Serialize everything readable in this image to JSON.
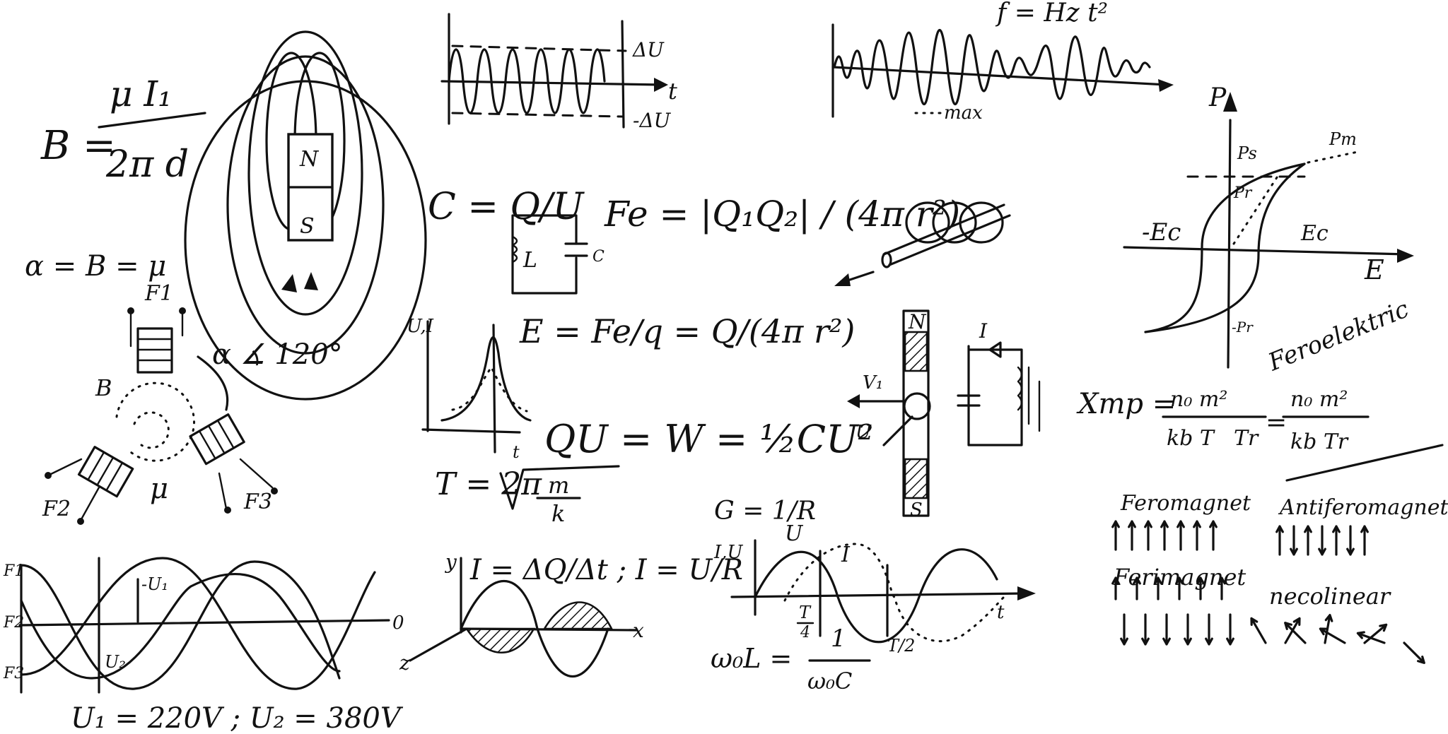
{
  "formulas": {
    "b_num": "μ I₁",
    "b_lhs": "B =",
    "b_den": "2π d",
    "alpha_eq": "α = B = μ",
    "magnet_n": "N",
    "magnet_s": "S",
    "f1": "F1",
    "f2": "F2",
    "f3": "F3",
    "b_label": "B",
    "mu_label": "μ",
    "alpha_angle": "α ∡ 120°",
    "osc_up": "ΔU",
    "osc_down": "-ΔU",
    "osc_t": "t",
    "f_hz": "f = Hz t²",
    "max_label": "max",
    "c_q_u": "C = Q/U",
    "l_label": "L",
    "c_label": "C",
    "coulomb": "Fe = |Q₁Q₂| / (4π r²)",
    "e_field": "E = Fe/q = Q/(4π r²)",
    "ui_axis": "U,I",
    "t_axis": "t",
    "qu_w": "QU = W = ½CU²",
    "period_t": "T = 2π",
    "period_m": "m",
    "period_k": "k",
    "hyst_p": "P",
    "hyst_ps": "Ps",
    "hyst_pm": "Pm",
    "hyst_pr": "Pr",
    "hyst_negpr": "-Pr",
    "hyst_negec": "-Ec",
    "hyst_ec": "Ec",
    "hyst_e": "E",
    "ferroelectric": "Feroelektric",
    "chi_lhs": "Xmp =",
    "chi_num1": "n₀ m²",
    "chi_den1": "kb T",
    "chi_den1b": "Tr",
    "chi_num2": "n₀ m²",
    "chi_den2": "kb Tr",
    "ferromagnet": "Feromagnet",
    "antiferromagnet": "Antiferomagnet",
    "ferrimagnet": "Ferimagnet",
    "noncollinear": "necolinear",
    "v1": "V₁",
    "u_small": "U",
    "n_small": "N",
    "s_small": "S",
    "i_small": "I",
    "g_eq": "G = 1/R",
    "iu_axis": "I,U",
    "u_curve": "U",
    "i_curve": "I",
    "t_quarter_num": "T",
    "t_quarter_den": "4",
    "t_half": "T/2",
    "t_end": "t",
    "w0l": "ω₀L =",
    "w0c_num": "1",
    "w0c_den": "ω₀C",
    "i_eq": "I = ΔQ/Δt ; I = U/R",
    "wave_y": "y",
    "wave_x": "x",
    "wave_z": "z",
    "f1_axis": "F1",
    "f2_axis": "F2",
    "f3_axis": "F3",
    "u1_mark": "-U₁",
    "u2_mark": "U₂",
    "zero_mark": "0",
    "voltages": "U₁ = 220V ; U₂ = 380V"
  }
}
